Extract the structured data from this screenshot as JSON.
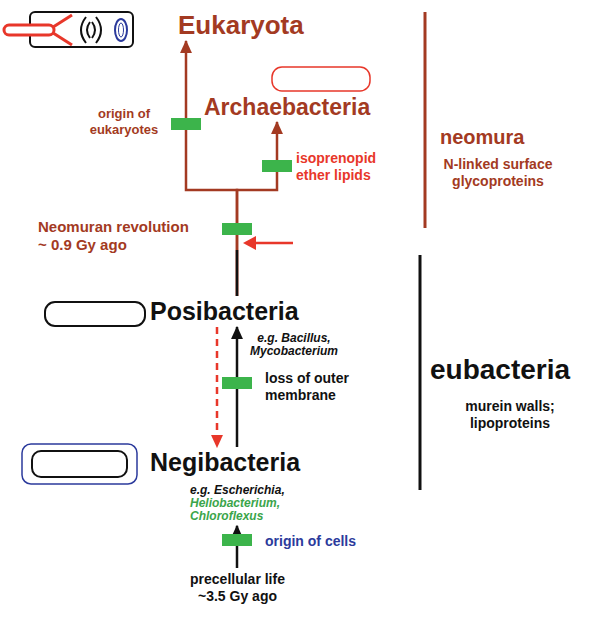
{
  "diagram": {
    "nodes": [
      {
        "text": [
          "Eukaryota"
        ]
      },
      {
        "text": [
          "Archaebacteria"
        ]
      },
      {
        "text": [
          "Posibacteria"
        ]
      },
      {
        "text": [
          "Negibacteria",
          "e.g. Escherichia,",
          "Heliobacterium, Chloroflexus"
        ]
      },
      {
        "text": [
          "precellular life ~3.5 Gy ago"
        ]
      }
    ],
    "edges": [
      {
        "from": 3,
        "to": 2,
        "arrow": "to"
      },
      {
        "from": 2,
        "to": 3,
        "arrow": "to"
      },
      {
        "from": 2,
        "to": 0,
        "arrow": "to"
      },
      {
        "from": 2,
        "to": 1,
        "arrow": "to"
      },
      {
        "from": 4,
        "to": 3,
        "arrow": "to"
      }
    ],
    "labels": [
      "origin of eukaryotes",
      "isoprenopid ether lipids",
      "neomura",
      "N-linked surface glycoproteins",
      "Neomuran revolution ~ 0.9 Gy ago",
      "e.g. Bacillus, Mycobacterium",
      "loss of outer membrane",
      "eubacteria",
      "murein walls; lipoproteins",
      "origin of cells"
    ]
  }
}
